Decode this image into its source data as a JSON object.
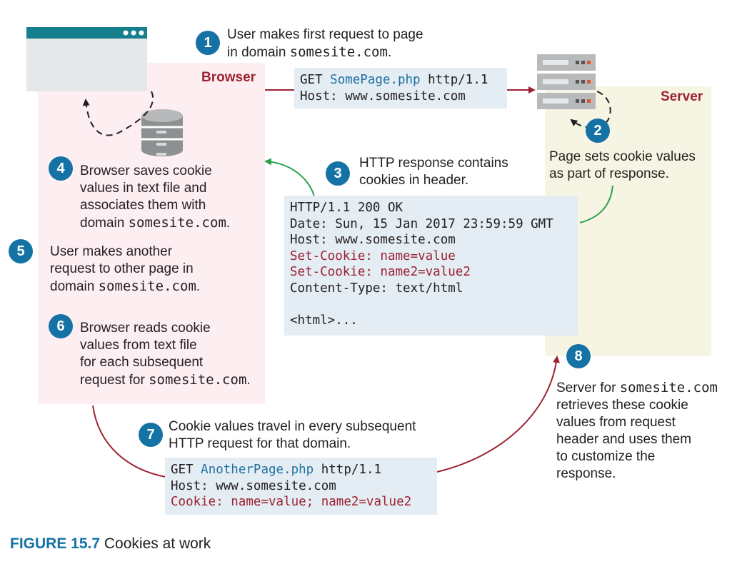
{
  "zones": {
    "browser_label": "Browser",
    "server_label": "Server"
  },
  "steps": [
    {
      "num": "1",
      "lines": [
        [
          {
            "t": "User makes first request to page"
          }
        ],
        [
          {
            "t": "in domain "
          },
          {
            "t": "somesite.com",
            "mono": true
          },
          {
            "t": "."
          }
        ]
      ]
    },
    {
      "num": "2",
      "lines": [
        [
          {
            "t": "Page sets cookie values"
          }
        ],
        [
          {
            "t": "as part of response."
          }
        ]
      ]
    },
    {
      "num": "3",
      "lines": [
        [
          {
            "t": "HTTP response contains"
          }
        ],
        [
          {
            "t": "cookies in header."
          }
        ]
      ]
    },
    {
      "num": "4",
      "lines": [
        [
          {
            "t": "Browser saves cookie"
          }
        ],
        [
          {
            "t": "values in text file and"
          }
        ],
        [
          {
            "t": "associates them with"
          }
        ],
        [
          {
            "t": "domain "
          },
          {
            "t": "somesite.com",
            "mono": true
          },
          {
            "t": "."
          }
        ]
      ]
    },
    {
      "num": "5",
      "lines": [
        [
          {
            "t": "User makes another"
          }
        ],
        [
          {
            "t": "request to other page in"
          }
        ],
        [
          {
            "t": "domain "
          },
          {
            "t": "somesite.com",
            "mono": true
          },
          {
            "t": "."
          }
        ]
      ]
    },
    {
      "num": "6",
      "lines": [
        [
          {
            "t": "Browser reads cookie"
          }
        ],
        [
          {
            "t": "values from text file"
          }
        ],
        [
          {
            "t": "for each subsequent"
          }
        ],
        [
          {
            "t": "request for "
          },
          {
            "t": "somesite.com",
            "mono": true
          },
          {
            "t": "."
          }
        ]
      ]
    },
    {
      "num": "7",
      "lines": [
        [
          {
            "t": "Cookie values travel in every subsequent"
          }
        ],
        [
          {
            "t": "HTTP request for that domain."
          }
        ]
      ]
    },
    {
      "num": "8",
      "lines": [
        [
          {
            "t": "Server for "
          },
          {
            "t": "somesite.com",
            "mono": true
          }
        ],
        [
          {
            "t": "retrieves these cookie"
          }
        ],
        [
          {
            "t": "values from request"
          }
        ],
        [
          {
            "t": "header and uses them"
          }
        ],
        [
          {
            "t": "to customize the"
          }
        ],
        [
          {
            "t": "response."
          }
        ]
      ]
    }
  ],
  "request1": [
    [
      {
        "t": "GET "
      },
      {
        "t": "SomePage.php",
        "c": "blue"
      },
      {
        "t": " http/1.1"
      }
    ],
    [
      {
        "t": "Host: www.somesite.com"
      }
    ]
  ],
  "response": [
    [
      {
        "t": "HTTP/1.1 200 OK"
      }
    ],
    [
      {
        "t": "Date: Sun, 15 Jan 2017 23:59:59 GMT"
      }
    ],
    [
      {
        "t": "Host: www.somesite.com"
      }
    ],
    [
      {
        "t": "Set-Cookie: name=value",
        "c": "red"
      }
    ],
    [
      {
        "t": "Set-Cookie: name2=value2",
        "c": "red"
      }
    ],
    [
      {
        "t": "Content-Type: text/html"
      }
    ],
    [
      {
        "t": ""
      }
    ],
    [
      {
        "t": "<html>..."
      }
    ]
  ],
  "request2": [
    [
      {
        "t": "GET "
      },
      {
        "t": "AnotherPage.php",
        "c": "blue"
      },
      {
        "t": " http/1.1"
      }
    ],
    [
      {
        "t": "Host: www.somesite.com"
      }
    ],
    [
      {
        "t": "Cookie: name=value; name2=value2",
        "c": "red"
      }
    ]
  ],
  "figure": {
    "label": "FIGURE 15.7",
    "title": "Cookies at work"
  },
  "colors": {
    "badge": "#1572a5",
    "accent_red": "#9b2232",
    "code_blue": "#1f6fa1",
    "arrow_green": "#2ca14a",
    "browser_bg": "#fdeef2",
    "server_bg": "#f6f4e2",
    "code_bg": "#e4edf3"
  },
  "icons": {
    "browser": "browser-window-icon",
    "database": "database-icon",
    "server": "server-rack-icon"
  }
}
